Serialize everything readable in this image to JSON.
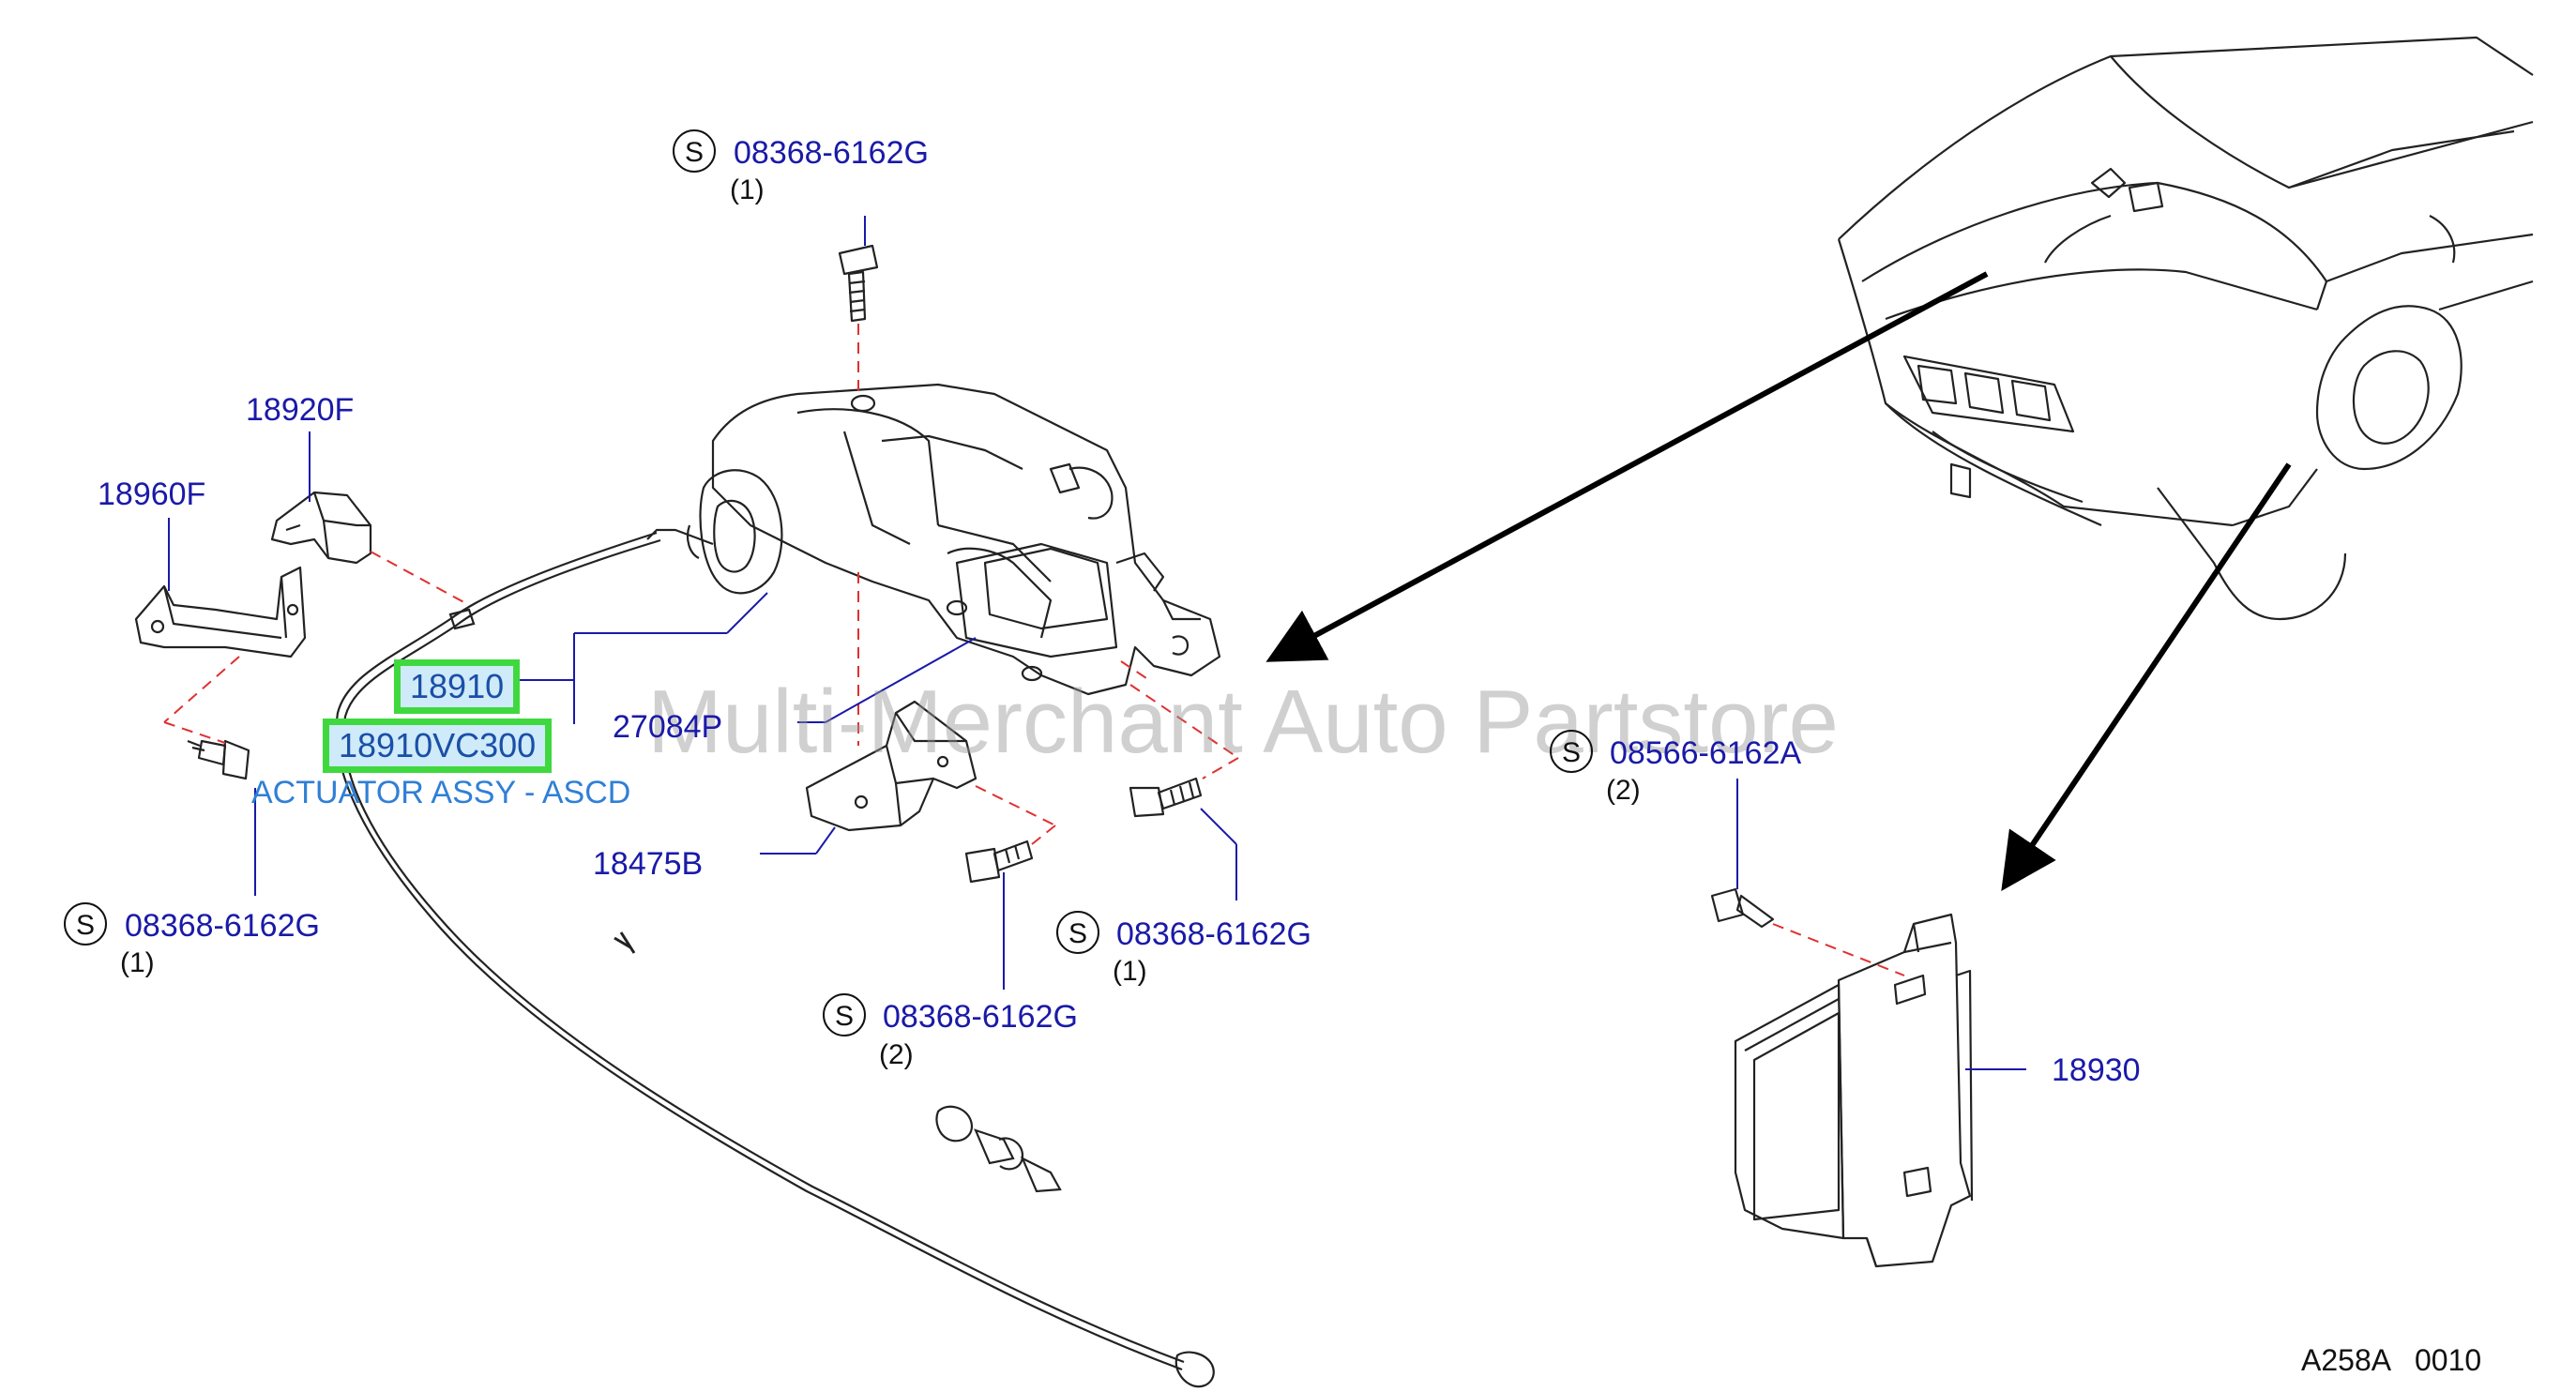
{
  "watermark": "Multi-Merchant Auto Partstore",
  "ref_code": "A258A   0010",
  "standard_symbol": "S",
  "highlight": {
    "part_number": "18910",
    "oem_number": "18910VC300",
    "description": "ACTUATOR ASSY - ASCD"
  },
  "labels": {
    "bolt_top": {
      "number": "08368-6162G",
      "qty": "(1)"
    },
    "bracket_18920F": "18920F",
    "bracket_18960F": "18960F",
    "sensor_27084P": "27084P",
    "bracket_18475B": "18475B",
    "bolt_left": {
      "number": "08368-6162G",
      "qty": "(1)"
    },
    "bolt_right": {
      "number": "08368-6162G",
      "qty": "(1)"
    },
    "bolt_bottom": {
      "number": "08368-6162G",
      "qty": "(2)"
    },
    "screw_unit": {
      "number": "08566-6162A",
      "qty": "(2)"
    },
    "control_unit_18930": "18930"
  },
  "colors": {
    "label_blue": "#1a1aa8",
    "highlight_green": "#3fd93f",
    "highlight_fill": "#cfeaf8",
    "description_blue": "#2f7fd6",
    "leader_red": "#e03030"
  }
}
